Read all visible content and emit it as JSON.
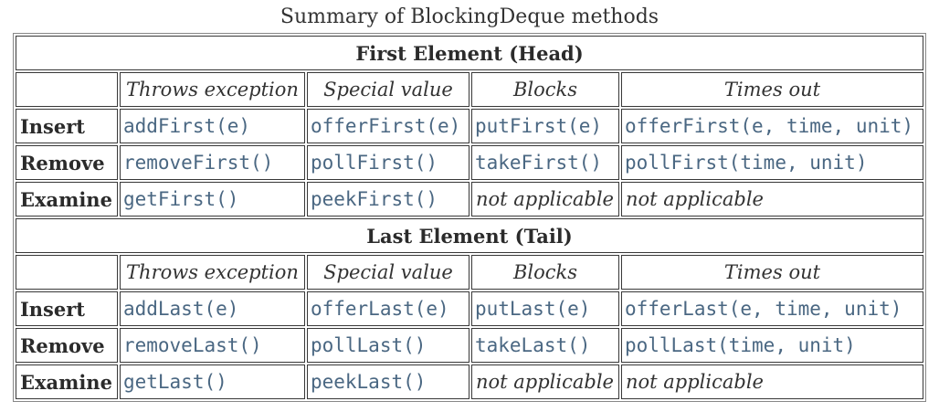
{
  "title": "Summary of BlockingDeque methods",
  "colors": {
    "method_link": "#4A6782",
    "body_text": "#333333",
    "cell_border": "#383838",
    "table_border": "#888888"
  },
  "sections": [
    {
      "heading": "First Element (Head)",
      "columns": [
        "Throws exception",
        "Special value",
        "Blocks",
        "Times out"
      ],
      "rows": [
        {
          "label": "Insert",
          "throws_exception": "addFirst(e)",
          "special_value": "offerFirst(e)",
          "blocks": "putFirst(e)",
          "times_out": "offerFirst(e, time, unit)"
        },
        {
          "label": "Remove",
          "throws_exception": "removeFirst()",
          "special_value": "pollFirst()",
          "blocks": "takeFirst()",
          "times_out": "pollFirst(time, unit)"
        },
        {
          "label": "Examine",
          "throws_exception": "getFirst()",
          "special_value": "peekFirst()",
          "blocks": "not applicable",
          "times_out": "not applicable"
        }
      ]
    },
    {
      "heading": "Last Element (Tail)",
      "columns": [
        "Throws exception",
        "Special value",
        "Blocks",
        "Times out"
      ],
      "rows": [
        {
          "label": "Insert",
          "throws_exception": "addLast(e)",
          "special_value": "offerLast(e)",
          "blocks": "putLast(e)",
          "times_out": "offerLast(e, time, unit)"
        },
        {
          "label": "Remove",
          "throws_exception": "removeLast()",
          "special_value": "pollLast()",
          "blocks": "takeLast()",
          "times_out": "pollLast(time, unit)"
        },
        {
          "label": "Examine",
          "throws_exception": "getLast()",
          "special_value": "peekLast()",
          "blocks": "not applicable",
          "times_out": "not applicable"
        }
      ]
    }
  ]
}
